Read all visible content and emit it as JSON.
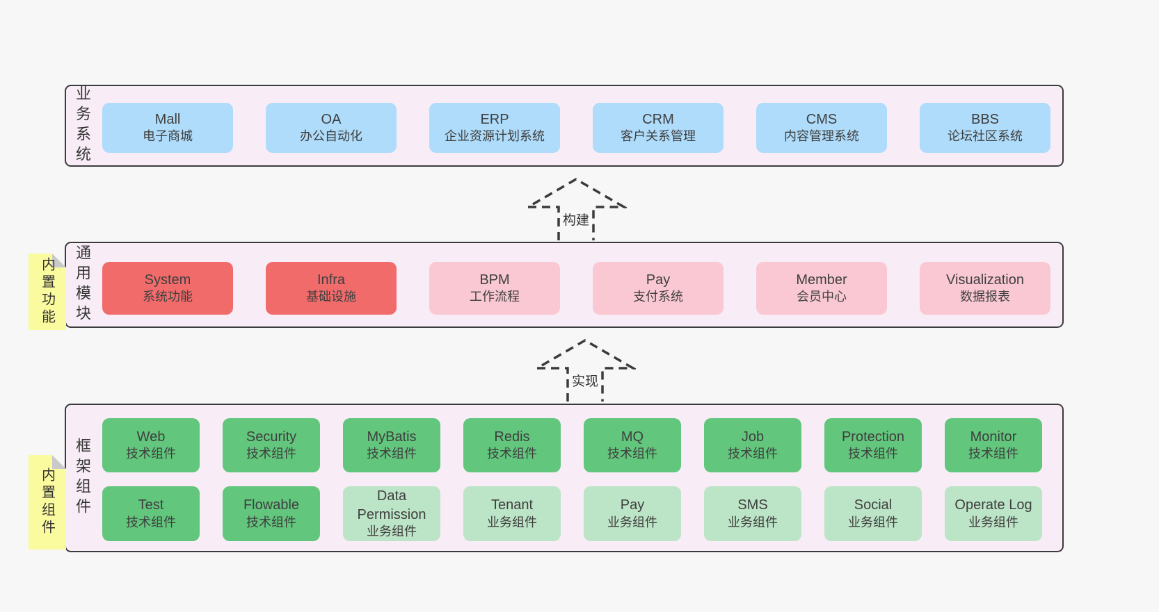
{
  "colors": {
    "page_bg": "#f7f7f7",
    "layer_bg": "#f8edf6",
    "layer_border": "#3b3b3b",
    "blue_box": "#aedcfa",
    "red_box": "#f26b6b",
    "pink_box": "#f9c8d3",
    "green_box": "#62c67d",
    "lightgreen_box": "#bce4c6",
    "tab_yellow": "#fafa9e",
    "tab_fold_gray": "#c9c9c9",
    "text": "#3f3f3f"
  },
  "arrows": [
    {
      "label": "构建"
    },
    {
      "label": "实现"
    }
  ],
  "layers": {
    "business": {
      "side_label": "业务系统",
      "boxes": [
        {
          "title": "Mall",
          "subtitle": "电子商城"
        },
        {
          "title": "OA",
          "subtitle": "办公自动化"
        },
        {
          "title": "ERP",
          "subtitle": "企业资源计划系统"
        },
        {
          "title": "CRM",
          "subtitle": "客户关系管理"
        },
        {
          "title": "CMS",
          "subtitle": "内容管理系统"
        },
        {
          "title": "BBS",
          "subtitle": "论坛社区系统"
        }
      ]
    },
    "modules": {
      "side_label": "通用模块",
      "tab_label": "内置功能",
      "boxes": [
        {
          "title": "System",
          "subtitle": "系统功能"
        },
        {
          "title": "Infra",
          "subtitle": "基础设施"
        },
        {
          "title": "BPM",
          "subtitle": "工作流程"
        },
        {
          "title": "Pay",
          "subtitle": "支付系统"
        },
        {
          "title": "Member",
          "subtitle": "会员中心"
        },
        {
          "title": "Visualization",
          "subtitle": "数据报表"
        }
      ]
    },
    "components": {
      "side_label": "框架组件",
      "tab_label": "内置组件",
      "row1": [
        {
          "title": "Web",
          "subtitle": "技术组件"
        },
        {
          "title": "Security",
          "subtitle": "技术组件"
        },
        {
          "title": "MyBatis",
          "subtitle": "技术组件"
        },
        {
          "title": "Redis",
          "subtitle": "技术组件"
        },
        {
          "title": "MQ",
          "subtitle": "技术组件"
        },
        {
          "title": "Job",
          "subtitle": "技术组件"
        },
        {
          "title": "Protection",
          "subtitle": "技术组件"
        },
        {
          "title": "Monitor",
          "subtitle": "技术组件"
        }
      ],
      "row2": [
        {
          "title": "Test",
          "subtitle": "技术组件"
        },
        {
          "title": "Flowable",
          "subtitle": "技术组件"
        },
        {
          "title": "Data Permission",
          "subtitle": "业务组件"
        },
        {
          "title": "Tenant",
          "subtitle": "业务组件"
        },
        {
          "title": "Pay",
          "subtitle": "业务组件"
        },
        {
          "title": "SMS",
          "subtitle": "业务组件"
        },
        {
          "title": "Social",
          "subtitle": "业务组件"
        },
        {
          "title": "Operate Log",
          "subtitle": "业务组件"
        }
      ]
    }
  }
}
